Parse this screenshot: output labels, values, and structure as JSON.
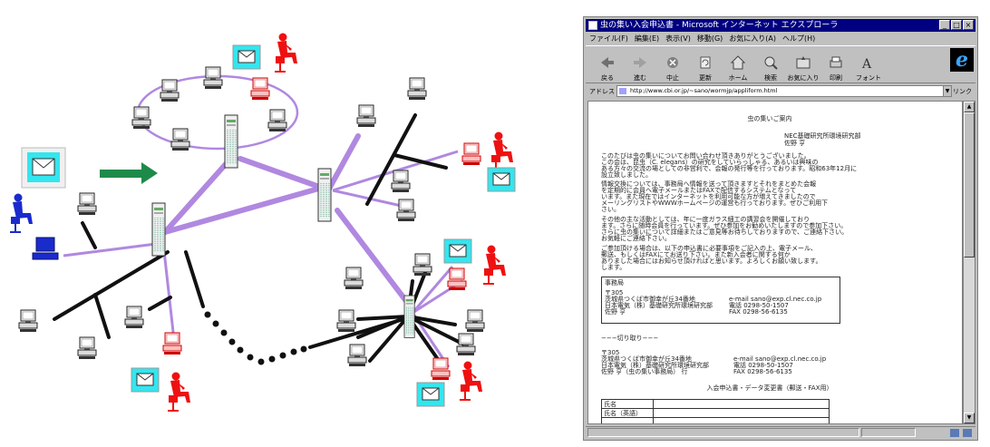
{
  "browser": {
    "title": "虫の集い入会申込書 - Microsoft インターネット エクスプローラ",
    "window_buttons": [
      "_",
      "□",
      "×"
    ],
    "menu": [
      "ファイル(F)",
      "編集(E)",
      "表示(V)",
      "移動(G)",
      "お気に入り(A)",
      "ヘルプ(H)"
    ],
    "toolbar": [
      "戻る",
      "進む",
      "中止",
      "更新",
      "ホーム",
      "検索",
      "お気に入り",
      "印刷",
      "フォント"
    ],
    "address_label": "アドレス",
    "address_value": "http://www.cbi.or.jp/~sano/wormjp/appliform.html",
    "address_link": "リンク",
    "content": {
      "heading": "虫の集いご案内",
      "org": "NEC基礎研究所環境研究部",
      "name": "佐野 亨",
      "para1": [
        "このたびは虫の集いについてお問い合わせ頂きありがとうございました。",
        "この会は、昆虫（C. elegans）の研究をしていらっしゃる、あるいは興味の",
        "ある方々の交流の場としての非営利で、会報の発行等を行っております。昭和63年12月に",
        "設立致しました。"
      ],
      "para2": [
        "情報交換については、事務局へ情報を送って頂きますとそれをまとめた会報",
        "を定期的に会員へ電子メールまたはFAXで配信するシステムとなって",
        "います。また現在ではインターネットを利用可能な方が増えてきましたので",
        "メーリングリストやWWWホームページの運営も行っております。ぜひご利用下",
        "さい。"
      ],
      "para3": [
        "その他の主な活動としては、年に一度ガラス細工の講習会を開催しており",
        "ます。さらに随時会員を行っています。ぜひ参加をお勧めいたしますので参加下さい。",
        "さらに虫の集いについて詳細またはご意見等お待ちしておりますので、ご連絡下さい。",
        "お気軽にご連絡下さい。"
      ],
      "para4": [
        "ご参加頂ける場合は、以下の申込書に必要事項をご記入の上、電子メール、",
        "郵送、もしくはFAXにてお送り下さい。また新入会者に関する何か",
        "ありました場合にはお知らせ頂ければと思います。よろしくお願い致します。",
        "します。"
      ],
      "office_title": "事務局",
      "office_lines": [
        "〒305",
        "茨城県つくば市御幸が丘34番地",
        "日本電気（株）基礎研究所環境研究部",
        "佐野  亨"
      ],
      "office_contact": [
        "e-mail  sano@exp.cl.nec.co.jp",
        "電話    0298-50-1507",
        "FAX     0298-56-6135"
      ],
      "cut_line": "−−−切り取り−−−",
      "cut_lines": [
        "〒305",
        "茨城県つくば市御幸が丘34番地",
        "日本電気（株）基礎研究所環境研究部",
        "佐野 亨（虫の集い事務局） 行"
      ],
      "cut_contact": [
        "e-mail  sano@exp.cl.nec.co.jp",
        "電話    0298-50-1507",
        "FAX     0298-56-6135"
      ],
      "form_title": "入会申込書・データ変更書（郵送・FAX用）",
      "form_rows": [
        "氏名",
        "氏名（英語）",
        "",
        "",
        "",
        ""
      ]
    }
  }
}
